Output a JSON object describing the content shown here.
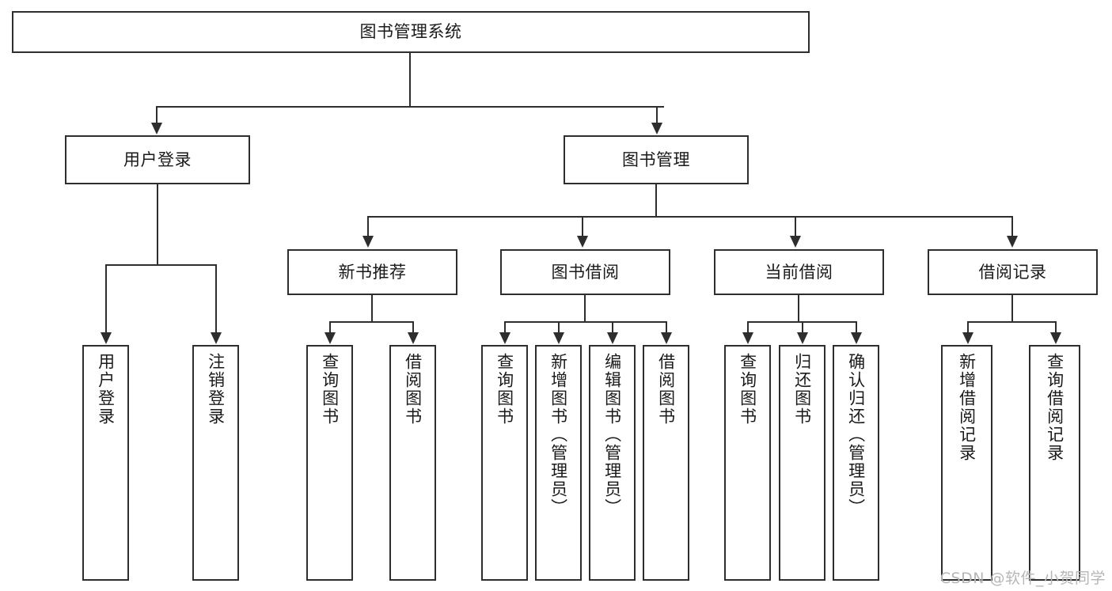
{
  "diagram": {
    "type": "tree-hierarchy",
    "title": "图书管理系统",
    "root": {
      "id": "root",
      "label": "图书管理系统",
      "orientation": "horizontal"
    },
    "level2": [
      {
        "id": "user-login",
        "label": "用户登录",
        "orientation": "horizontal"
      },
      {
        "id": "book-manage",
        "label": "图书管理",
        "orientation": "horizontal"
      }
    ],
    "level3": [
      {
        "id": "new-book-rec",
        "label": "新书推荐",
        "orientation": "horizontal"
      },
      {
        "id": "book-borrow",
        "label": "图书借阅",
        "orientation": "horizontal"
      },
      {
        "id": "current-borrow",
        "label": "当前借阅",
        "orientation": "horizontal"
      },
      {
        "id": "borrow-record",
        "label": "借阅记录",
        "orientation": "horizontal"
      }
    ],
    "leaves": {
      "user-login": [
        {
          "id": "leaf-user-login",
          "label": "用户登录",
          "orientation": "vertical"
        },
        {
          "id": "leaf-logout",
          "label": "注销登录",
          "orientation": "vertical"
        }
      ],
      "new-book-rec": [
        {
          "id": "leaf-query-book-1",
          "label": "查询图书",
          "orientation": "vertical"
        },
        {
          "id": "leaf-borrow-book-1",
          "label": "借阅图书",
          "orientation": "vertical"
        }
      ],
      "book-borrow": [
        {
          "id": "leaf-query-book-2",
          "label": "查询图书",
          "orientation": "vertical"
        },
        {
          "id": "leaf-add-book",
          "label": "新增图书（管理员）",
          "orientation": "vertical"
        },
        {
          "id": "leaf-edit-book",
          "label": "编辑图书（管理员）",
          "orientation": "vertical"
        },
        {
          "id": "leaf-borrow-book-2",
          "label": "借阅图书",
          "orientation": "vertical"
        }
      ],
      "current-borrow": [
        {
          "id": "leaf-query-book-3",
          "label": "查询图书",
          "orientation": "vertical"
        },
        {
          "id": "leaf-return-book",
          "label": "归还图书",
          "orientation": "vertical"
        },
        {
          "id": "leaf-confirm-return",
          "label": "确认归还（管理员）",
          "orientation": "vertical"
        }
      ],
      "borrow-record": [
        {
          "id": "leaf-add-record",
          "label": "新增借阅记录",
          "orientation": "vertical"
        },
        {
          "id": "leaf-query-record",
          "label": "查询借阅记录",
          "orientation": "vertical"
        }
      ]
    },
    "colors": {
      "stroke": "#2e2e2e",
      "fill": "#ffffff",
      "text": "#1a1a1a",
      "watermark": "#b6b6b6"
    }
  },
  "watermark": {
    "text": "CSDN @软件_小贺同学"
  }
}
